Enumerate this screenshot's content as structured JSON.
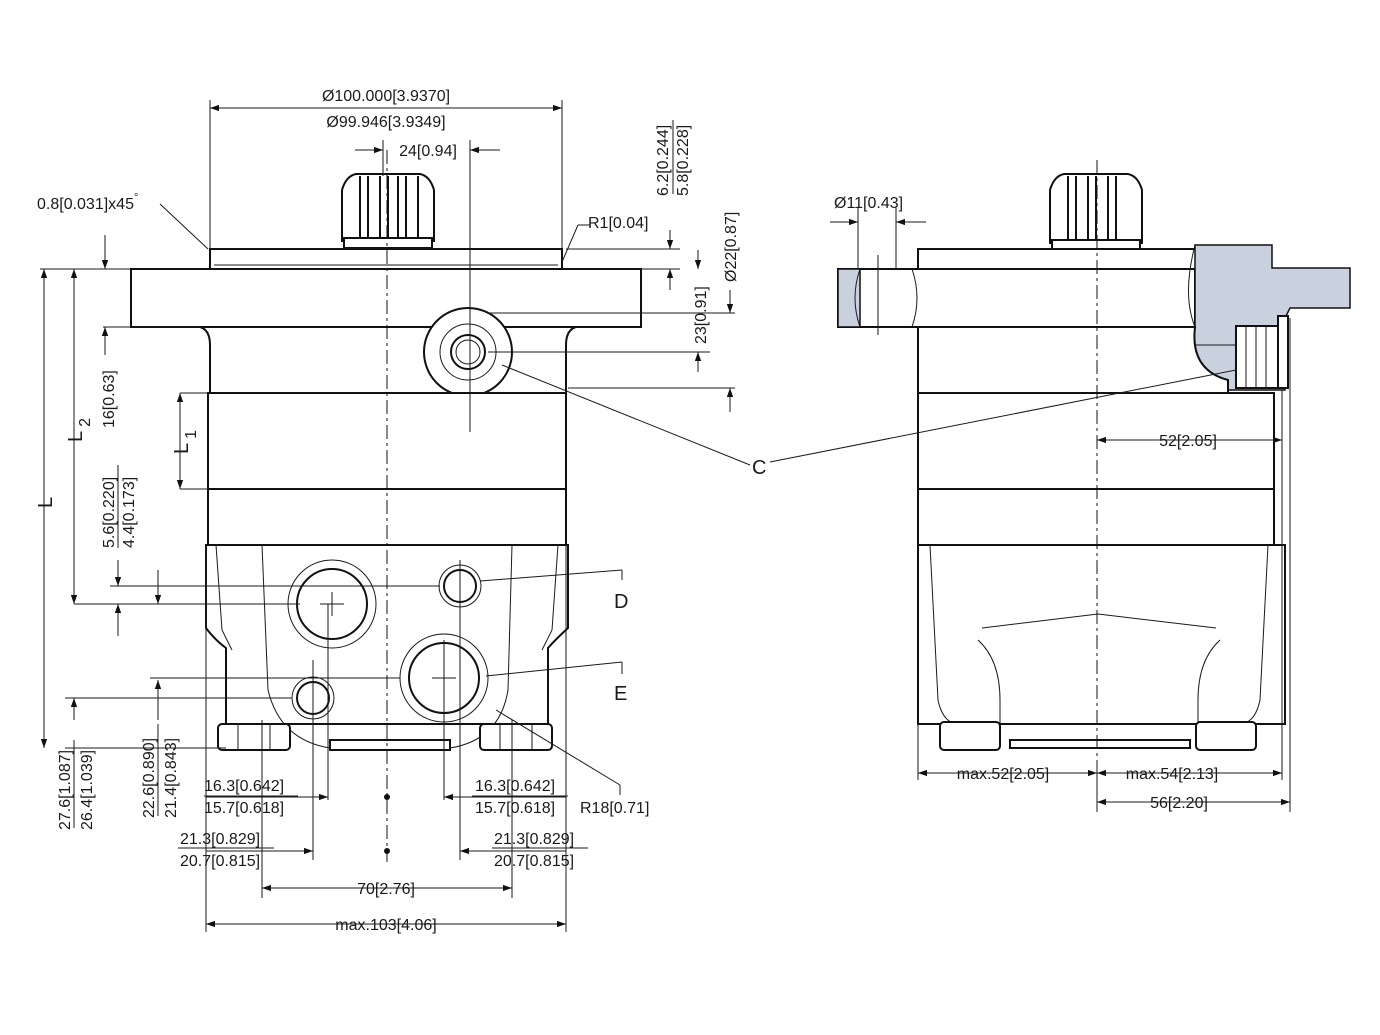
{
  "front_view": {
    "pilot_diameter_max": "Ø100.000[3.9370]",
    "pilot_diameter_min": "Ø99.946[3.9349]",
    "shaft_width": "24[0.94]",
    "chamfer": "0.8[0.031]x45",
    "chamfer_degree": "°",
    "radius_r1": "R1[0.04]",
    "pilot_height_max": "6.2[0.244]",
    "pilot_height_min": "5.8[0.228]",
    "drain_diameter": "Ø22[0.87]",
    "drain_offset": "23[0.91]",
    "flange_thickness": "16[0.63]",
    "step_max": "5.6[0.220]",
    "step_min": "4.4[0.173]",
    "label_L": "L",
    "label_L2": "L",
    "label_L2_sub": "2",
    "label_L1": "L",
    "label_L1_sub": "1",
    "label_C": "C",
    "label_D": "D",
    "label_E": "E",
    "foot_max": "27.6[1.087]",
    "foot_min": "26.4[1.039]",
    "port_height_max": "22.6[0.890]",
    "port_height_min": "21.4[0.843]",
    "port_left_offset_max": "16.3[0.642]",
    "port_left_offset_min": "15.7[0.618]",
    "port_right_offset_max": "16.3[0.642]",
    "port_right_offset_min": "15.7[0.618]",
    "radius_r18": "R18[0.71]",
    "port_left_spacing_max": "21.3[0.829]",
    "port_left_spacing_min": "20.7[0.815]",
    "port_right_spacing_max": "21.3[0.829]",
    "port_right_spacing_min": "20.7[0.815]",
    "port_distance": "70[2.76]",
    "overall_width": "max.103[4.06]"
  },
  "side_view": {
    "hole_diameter": "Ø11[0.43]",
    "port_depth": "52[2.05]",
    "left_extent": "max.52[2.05]",
    "right_extent": "max.54[2.13]",
    "total_extent": "56[2.20]"
  }
}
